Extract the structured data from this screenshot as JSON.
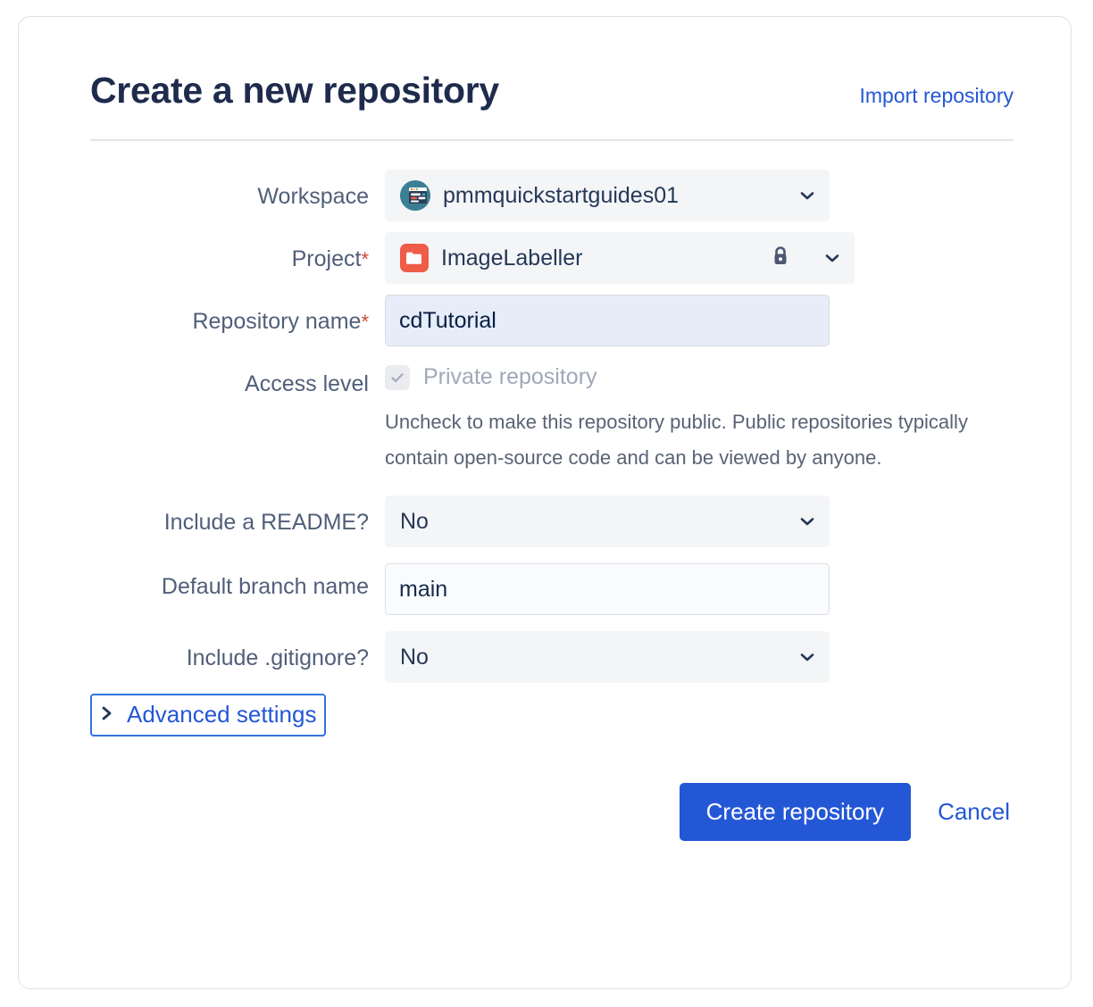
{
  "header": {
    "title": "Create a new repository",
    "import_link": "Import repository"
  },
  "form": {
    "workspace": {
      "label": "Workspace",
      "value": "pmmquickstartguides01",
      "avatar_icon": "workspace-avatar-icon",
      "chevron_icon": "chevron-down-icon"
    },
    "project": {
      "label": "Project",
      "required_mark": "*",
      "value": "ImageLabeller",
      "avatar_icon": "project-folder-icon",
      "lock_icon": "lock-icon",
      "chevron_icon": "chevron-down-icon"
    },
    "repository_name": {
      "label": "Repository name",
      "required_mark": "*",
      "value": "cdTutorial",
      "placeholder": ""
    },
    "access_level": {
      "label": "Access level",
      "checkbox_label": "Private repository",
      "checked": true,
      "disabled": true,
      "check_icon": "check-icon",
      "help_text": "Uncheck to make this repository public. Public repositories typically contain open-source code and can be viewed by anyone."
    },
    "include_readme": {
      "label": "Include a README?",
      "value": "No",
      "chevron_icon": "chevron-down-icon"
    },
    "default_branch": {
      "label": "Default branch name",
      "value": "main",
      "placeholder": ""
    },
    "include_gitignore": {
      "label": "Include .gitignore?",
      "value": "No",
      "chevron_icon": "chevron-down-icon"
    },
    "advanced_settings": {
      "label": "Advanced settings",
      "chevron_icon": "chevron-right-icon",
      "expanded": false
    }
  },
  "footer": {
    "submit_label": "Create repository",
    "cancel_label": "Cancel"
  },
  "colors": {
    "accent_blue": "#2457d6",
    "title_navy": "#1e2b4d",
    "label_grey": "#505f79",
    "required_red": "#d04437",
    "project_icon_red": "#ef5c48",
    "workspace_avatar_teal": "#3b7f94",
    "input_highlight": "#e6ecf8",
    "field_bg": "#f4f5f7"
  }
}
